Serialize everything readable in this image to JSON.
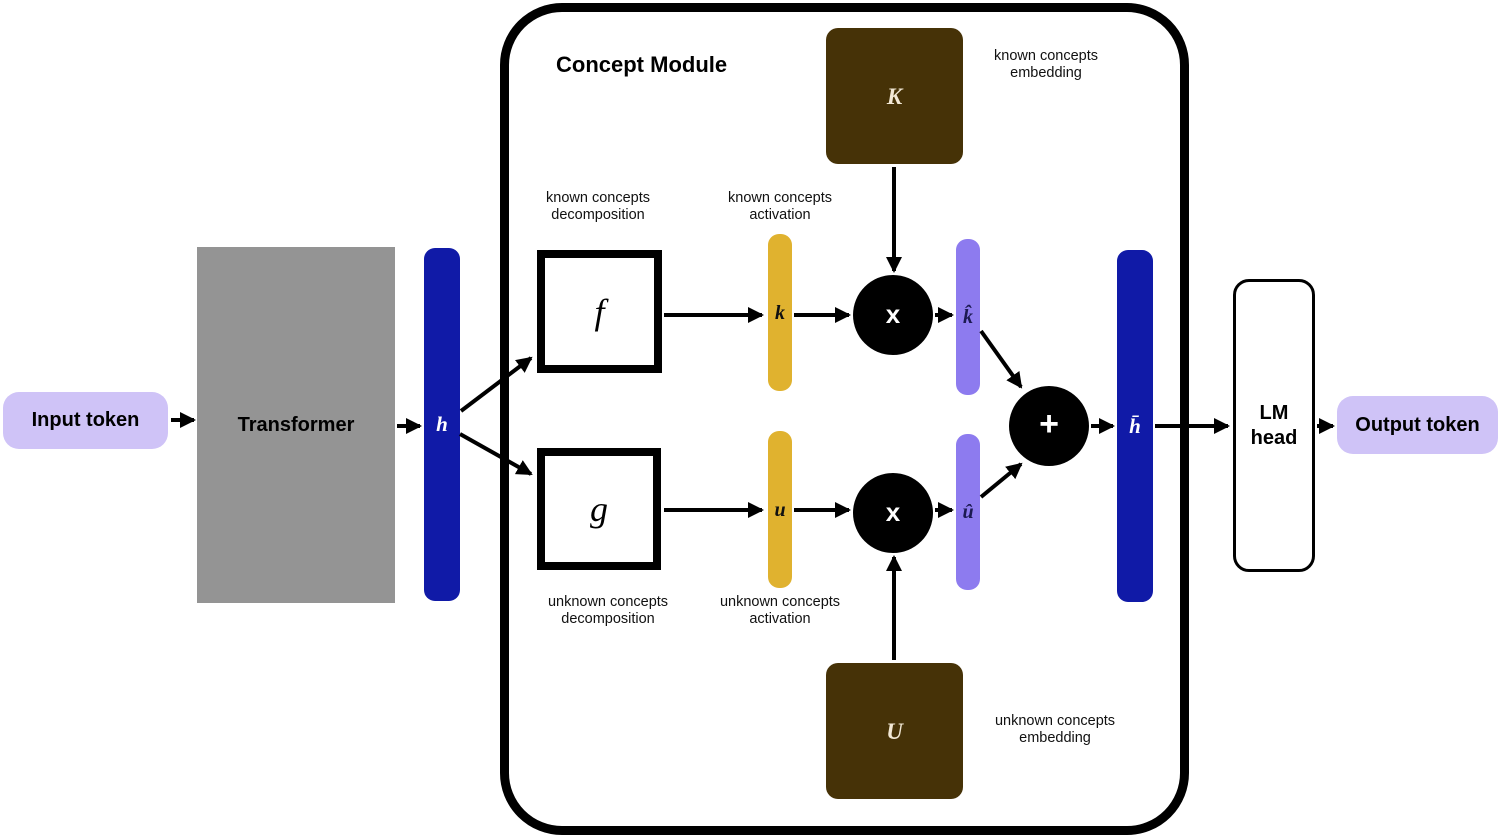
{
  "module": {
    "title": "Concept Module"
  },
  "nodes": {
    "input_token": "Input token",
    "transformer": "Transformer",
    "hidden_state": "h",
    "known_decomposition_fn": "f",
    "unknown_decomposition_fn": "g",
    "known_activation": "k",
    "unknown_activation": "u",
    "known_embedding": "K",
    "unknown_embedding": "U",
    "known_reconstruction": "k̂",
    "unknown_reconstruction": "û",
    "multiply_operator": "x",
    "add_operator": "+",
    "combined_hidden_state": "h̄",
    "lm_head": "LM\nhead",
    "output_token": "Output token"
  },
  "annotations": {
    "known_concepts_decomposition": "known concepts\ndecomposition",
    "known_concepts_activation": "known concepts\nactivation",
    "known_concepts_embedding": "known concepts\nembedding",
    "unknown_concepts_decomposition": "unknown concepts\ndecomposition",
    "unknown_concepts_activation": "unknown concepts\nactivation",
    "unknown_concepts_embedding": "unknown concepts\nembedding"
  },
  "colors": {
    "token_lavender": "#cfc3f7",
    "transformer_gray": "#949494",
    "hidden_blue": "#101aa7",
    "activation_yellow": "#e0b22f",
    "reconstruction_purple": "#8d7bef",
    "embedding_brown": "#463207",
    "operator_black": "#000000"
  }
}
